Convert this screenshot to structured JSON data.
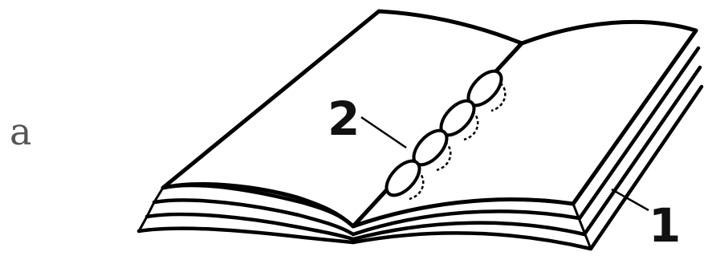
{
  "figure": {
    "panel_label": "a",
    "callouts": [
      {
        "id": "pages",
        "label": "1"
      },
      {
        "id": "binding",
        "label": "2"
      }
    ]
  },
  "colors": {
    "ink": "#000000",
    "panel_label": "#555555",
    "background": "#ffffff"
  }
}
